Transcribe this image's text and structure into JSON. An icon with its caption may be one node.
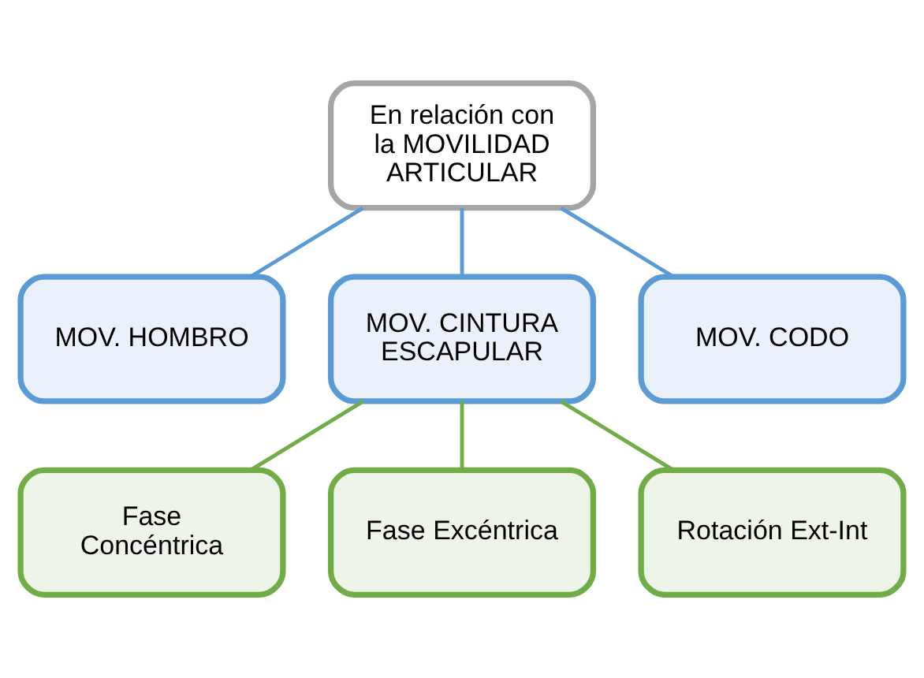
{
  "diagram": {
    "nodes": [
      {
        "text": [
          "En relación con la MOVILIDAD ARTICULAR"
        ]
      },
      {
        "text": [
          "MOV. HOMBRO"
        ]
      },
      {
        "text": [
          "MOV. CINTURA ESCAPULAR"
        ]
      },
      {
        "text": [
          "MOV. CODO"
        ]
      },
      {
        "text": [
          "Fase Concéntrica"
        ]
      },
      {
        "text": [
          "Fase Excéntrica"
        ]
      },
      {
        "text": [
          "Rotación Ext-Int"
        ]
      }
    ],
    "edges": [
      {
        "from": 0,
        "to": 1,
        "arrow": "none"
      },
      {
        "from": 0,
        "to": 2,
        "arrow": "none"
      },
      {
        "from": 0,
        "to": 3,
        "arrow": "none"
      },
      {
        "from": 2,
        "to": 4,
        "arrow": "none",
        "color": "#70ad47"
      },
      {
        "from": 2,
        "to": 5,
        "arrow": "none",
        "color": "#70ad47"
      },
      {
        "from": 2,
        "to": 6,
        "arrow": "none",
        "color": "#70ad47"
      }
    ]
  }
}
